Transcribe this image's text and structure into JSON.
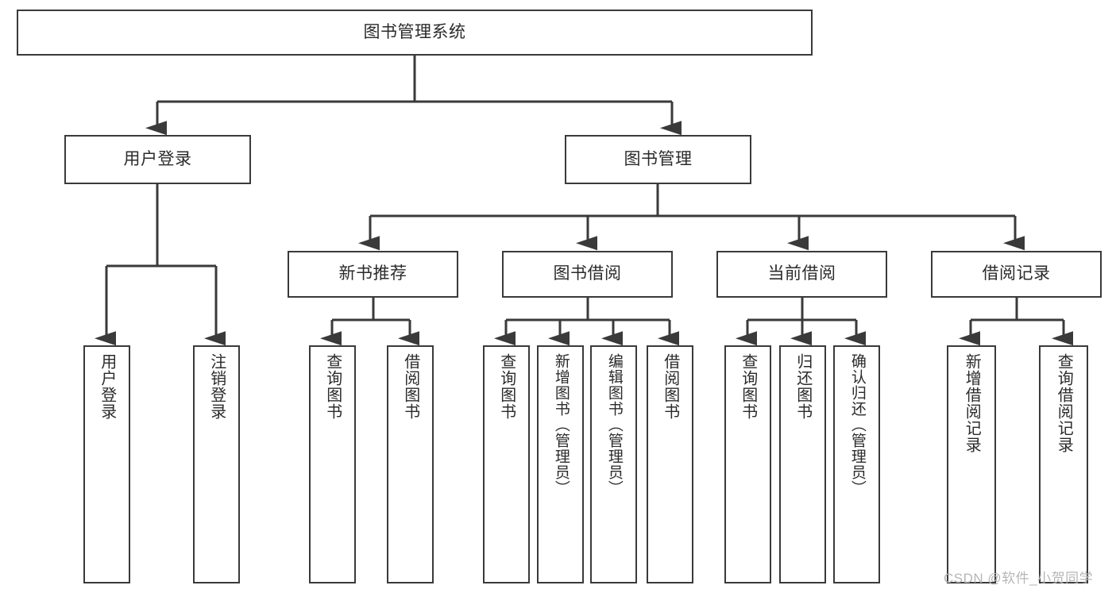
{
  "diagram": {
    "title": "图书管理系统",
    "type": "hierarchy-tree",
    "watermark": "CSDN @软件_小贺同学",
    "stroke_color": "#3a3a3a",
    "text_color": "#2b2b2b",
    "background_color": "#ffffff",
    "watermark_color": "#b6b6b6"
  },
  "nodes": {
    "root": {
      "label": "图书管理系统",
      "level": 1
    },
    "user_login": {
      "label": "用户登录",
      "level": 2
    },
    "book_manage": {
      "label": "图书管理",
      "level": 2
    },
    "new_book_rec": {
      "label": "新书推荐",
      "level": 3
    },
    "book_borrow": {
      "label": "图书借阅",
      "level": 3
    },
    "current_borrow": {
      "label": "当前借阅",
      "level": 3
    },
    "borrow_record": {
      "label": "借阅记录",
      "level": 3
    },
    "leaf_user_login": {
      "label": "用户登录",
      "level": 4
    },
    "leaf_user_logout": {
      "label": "注销登录",
      "level": 4
    },
    "leaf_rec_query": {
      "label": "查询图书",
      "level": 4
    },
    "leaf_rec_borrow": {
      "label": "借阅图书",
      "level": 4
    },
    "leaf_borrow_query": {
      "label": "查询图书",
      "level": 4
    },
    "leaf_borrow_add": {
      "label": "新增图书（管理员）",
      "level": 4
    },
    "leaf_borrow_edit": {
      "label": "编辑图书（管理员）",
      "level": 4
    },
    "leaf_borrow_do": {
      "label": "借阅图书",
      "level": 4
    },
    "leaf_cur_query": {
      "label": "查询图书",
      "level": 4
    },
    "leaf_cur_return": {
      "label": "归还图书",
      "level": 4
    },
    "leaf_cur_confirm": {
      "label": "确认归还（管理员）",
      "level": 4
    },
    "leaf_rec_add": {
      "label": "新增借阅记录",
      "level": 4
    },
    "leaf_rec_search": {
      "label": "查询借阅记录",
      "level": 4
    }
  },
  "edges": [
    {
      "from": "root",
      "to": "user_login"
    },
    {
      "from": "root",
      "to": "book_manage"
    },
    {
      "from": "user_login",
      "to": "leaf_user_login"
    },
    {
      "from": "user_login",
      "to": "leaf_user_logout"
    },
    {
      "from": "book_manage",
      "to": "new_book_rec"
    },
    {
      "from": "book_manage",
      "to": "book_borrow"
    },
    {
      "from": "book_manage",
      "to": "current_borrow"
    },
    {
      "from": "book_manage",
      "to": "borrow_record"
    },
    {
      "from": "new_book_rec",
      "to": "leaf_rec_query"
    },
    {
      "from": "new_book_rec",
      "to": "leaf_rec_borrow"
    },
    {
      "from": "book_borrow",
      "to": "leaf_borrow_query"
    },
    {
      "from": "book_borrow",
      "to": "leaf_borrow_add"
    },
    {
      "from": "book_borrow",
      "to": "leaf_borrow_edit"
    },
    {
      "from": "book_borrow",
      "to": "leaf_borrow_do"
    },
    {
      "from": "current_borrow",
      "to": "leaf_cur_query"
    },
    {
      "from": "current_borrow",
      "to": "leaf_cur_return"
    },
    {
      "from": "current_borrow",
      "to": "leaf_cur_confirm"
    },
    {
      "from": "borrow_record",
      "to": "leaf_rec_add"
    },
    {
      "from": "borrow_record",
      "to": "leaf_rec_search"
    }
  ]
}
